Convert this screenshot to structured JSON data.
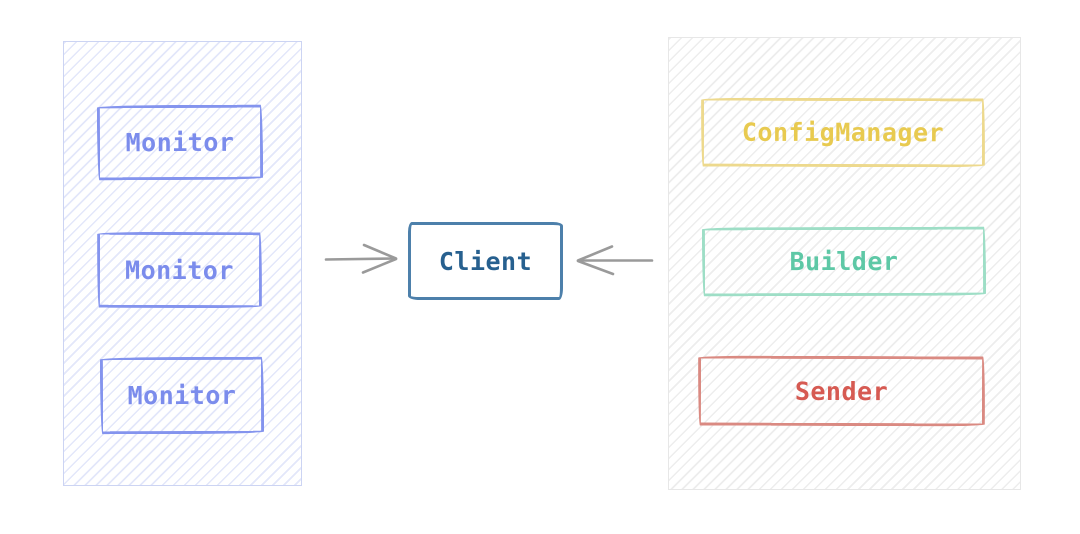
{
  "diagram": {
    "left_panel": {
      "name": "monitors-group",
      "boxes": [
        {
          "label": "Monitor"
        },
        {
          "label": "Monitor"
        },
        {
          "label": "Monitor"
        }
      ],
      "accent_color": "#7b8cec",
      "hatch_color": "#e3e7fa"
    },
    "client": {
      "label": "Client",
      "border_color": "#4d80ab",
      "text_color": "#27608f"
    },
    "right_panel": {
      "name": "services-group",
      "boxes": [
        {
          "label": "ConfigManager",
          "text_color": "#e8ca50",
          "border_color": "#edd98d"
        },
        {
          "label": "Builder",
          "text_color": "#5ec8a6",
          "border_color": "#9edec6"
        },
        {
          "label": "Sender",
          "text_color": "#d65a52",
          "border_color": "#da8a82"
        }
      ],
      "hatch_color": "#ededed"
    },
    "arrows": [
      {
        "name": "left-to-client",
        "direction": "right",
        "color": "#9a9a9a"
      },
      {
        "name": "right-to-client",
        "direction": "left",
        "color": "#9a9a9a"
      }
    ]
  }
}
